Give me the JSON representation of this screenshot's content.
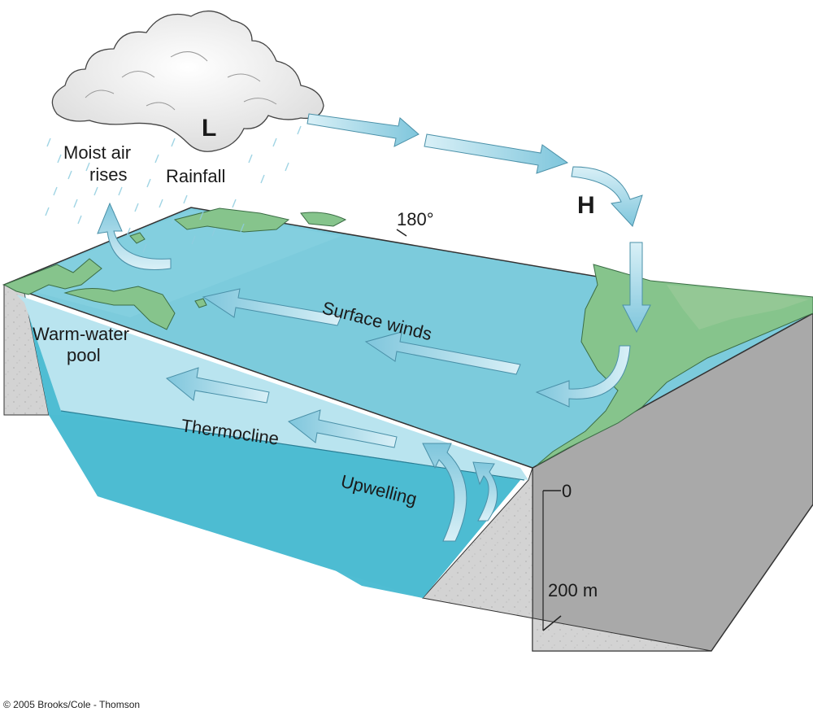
{
  "labels": {
    "moist_air_line1": "Moist air",
    "moist_air_line2": "rises",
    "rainfall": "Rainfall",
    "low_pressure": "L",
    "high_pressure": "H",
    "meridian": "180°",
    "surface_winds": "Surface winds",
    "warm_pool_line1": "Warm-water",
    "warm_pool_line2": "pool",
    "thermocline": "Thermocline",
    "upwelling": "Upwelling",
    "depth_surface": "0",
    "depth_bottom": "200 m"
  },
  "credit": "© 2005 Brooks/Cole - Thomson",
  "colors": {
    "ocean_surface": "#7ccbdc",
    "warm_water": "#b8e3ee",
    "deep_water": "#4fbdd3",
    "land": "#86c48c",
    "sediment": "#d2d2d2",
    "side_wall": "#a7a7a7",
    "arrow": "#9fd6e6"
  }
}
